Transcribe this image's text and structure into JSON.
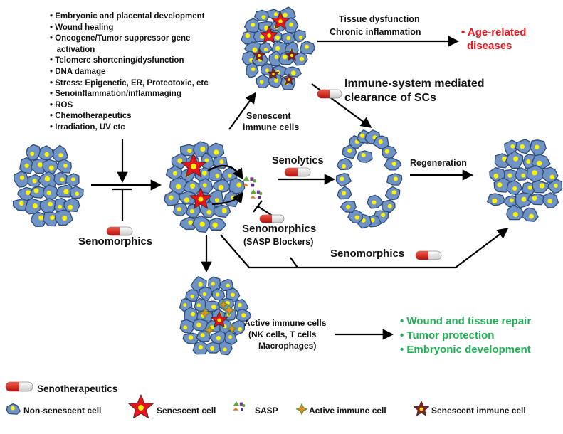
{
  "triggers": [
    "• Embryonic and placental development",
    "• Wound healing",
    "• Oncogene/Tumor suppressor gene",
    "   activation",
    "• Telomere shortening/dysfunction",
    "• DNA damage",
    "• Stress: Epigenetic, ER, Proteotoxic, etc",
    "• Senoinflammation/inflammaging",
    "• ROS",
    "• Chemotherapeutics",
    "• Irradiation, UV etc"
  ],
  "labels": {
    "tissue_dysfunction": "Tissue dysfunction",
    "chronic_inflammation": "Chronic inflammation",
    "age_related_1": "• Age-related",
    "age_related_2": "diseases",
    "immune_clearance_1": "Immune-system mediated",
    "immune_clearance_2": "clearance of SCs",
    "senescent_immune_1": "Senescent",
    "senescent_immune_2": "immune cells",
    "senolytics": "Senolytics",
    "regeneration": "Regeneration",
    "senomorphics_left": "Senomorphics",
    "senomorphics_mid": "Senomorphics",
    "sasp_blockers": "(SASP Blockers)",
    "senomorphics_bottom": "Senomorphics",
    "active_immune_1": "Active immune cells",
    "active_immune_2": "(NK cells, T cells",
    "active_immune_3": "Macrophages)",
    "outcome_1": "• Wound and tissue repair",
    "outcome_2": "• Tumor protection",
    "outcome_3": "• Embryonic development"
  },
  "legend": {
    "senotherapeutics": "Senotherapeutics",
    "non_senescent": "Non-senescent cell",
    "senescent": "Senescent cell",
    "sasp": "SASP",
    "active_immune": "Active immune cell",
    "senescent_immune": "Senescent immune cell"
  },
  "colors": {
    "cell_fill": "#6f93c4",
    "cell_stroke": "#2c4a7c",
    "nucleus": "#fff200",
    "senescent_fill": "#e8141c",
    "red_text": "#e8141c",
    "green_text": "#1fb055",
    "capsule_red": "#d0201e"
  }
}
